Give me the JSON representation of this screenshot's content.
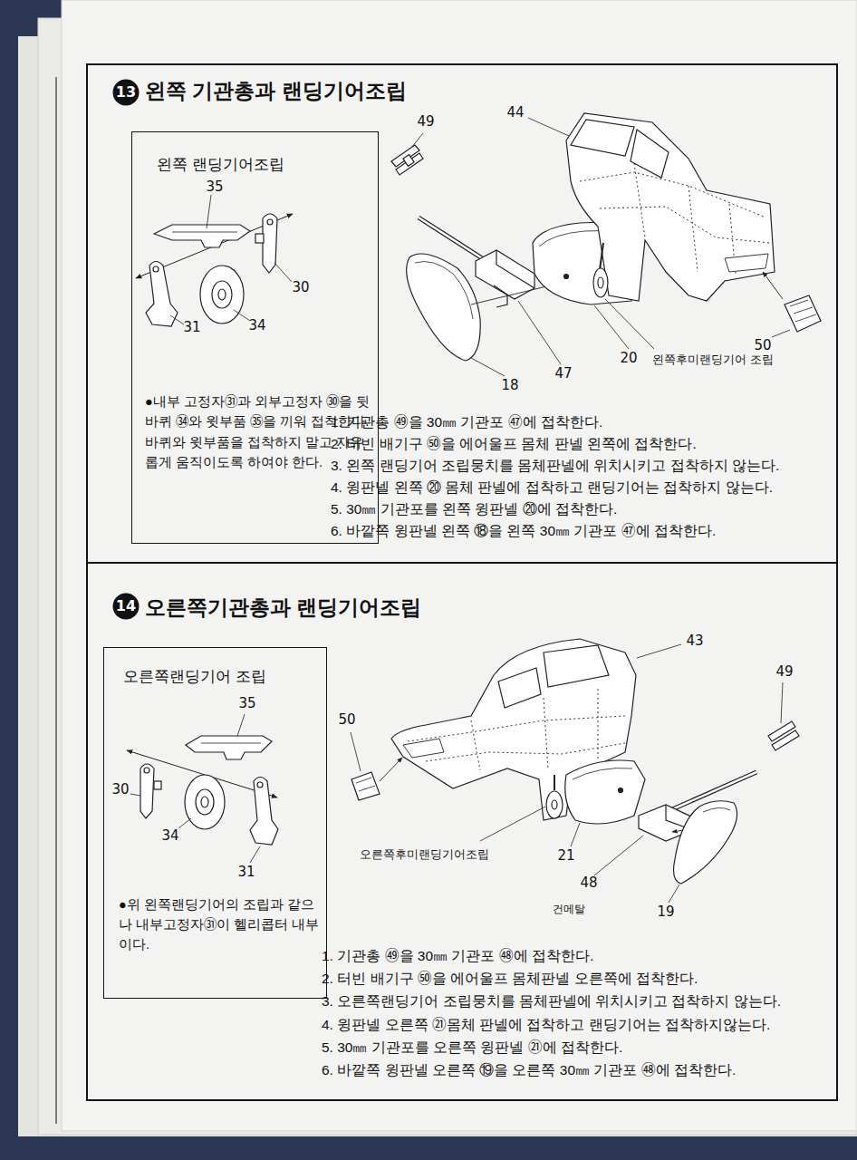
{
  "diagram": {
    "nodes": [
      {
        "text": [
          "왼쪽 기관총과 랜딩기어조립"
        ]
      },
      {
        "text": [
          "13"
        ],
        "in": 0
      },
      {
        "text": [
          "왼쪽 랜딩기어조립",
          "●내부 고정자㉛과 외부고정자 ㉚을 뒷바퀴 ㉞와 윗부품 ㉟을 끼워 접착한다.",
          "바퀴와 윗부품을 접착하지 말고 자유롭게 움직이도록 하여야 한다."
        ],
        "in": 0
      },
      {
        "text": [
          "오른쪽기관총과 랜딩기어조립"
        ]
      },
      {
        "text": [
          "14"
        ],
        "in": 3
      },
      {
        "text": [
          "오른쪽랜딩기어 조립",
          "●위 왼쪽랜딩기어의 조립과 같으나 내부고정자㉛이 헬리콥터 내부이다."
        ],
        "in": 3
      }
    ],
    "labels": [
      "49",
      "44",
      "35",
      "30",
      "31",
      "34",
      "50",
      "20",
      "왼쪽후미랜딩기어 조립",
      "47",
      "18",
      "1. 기관총 ㊾을 30㎜ 기관포 ㊼에 접착한다.",
      "2. 터빈 배기구 ㊿을 에어울프 몸체 판넬 왼쪽에 접착한다.",
      "3. 왼쪽 랜딩기어 조립뭉치를 몸체판넬에 위치시키고 접착하지 않는다.",
      "4. 윙판넬 왼쪽 ⑳ 몸체 판넬에 접착하고 랜딩기어는 접착하지 않는다.",
      "5. 30㎜ 기관포를 왼쪽 윙판넬 ⑳에 접착한다.",
      "6. 바깥쪽 윙판넬 왼쪽 ⑱을 왼쪽 30㎜ 기관포 ㊼에 접착한다.",
      "43",
      "35",
      "49",
      "50",
      "30",
      "34",
      "31",
      "오른쪽후미랜딩기어조립",
      "21",
      "48",
      "건메탈",
      "19",
      "1. 기관총 ㊾을 30㎜ 기관포 ㊽에 접착한다.",
      "2. 터빈 배기구 ㊿을 에어울프 몸체판넬 오른쪽에 접착한다.",
      "3. 오른쪽랜딩기어 조립뭉치를 몸체판넬에 위치시키고 접착하지 않는다.",
      "4. 윙판넬 오른쪽 ㉑몸체 판넬에 접착하고 랜딩기어는 접착하지않는다.",
      "5. 30㎜ 기관포를 오른쪽 윙판넬 ㉑에 접착한다.",
      "6. 바깥쪽 윙판넬 오른쪽 ⑲을 오른쪽 30㎜ 기관포 ㊽에 접착한다."
    ]
  }
}
